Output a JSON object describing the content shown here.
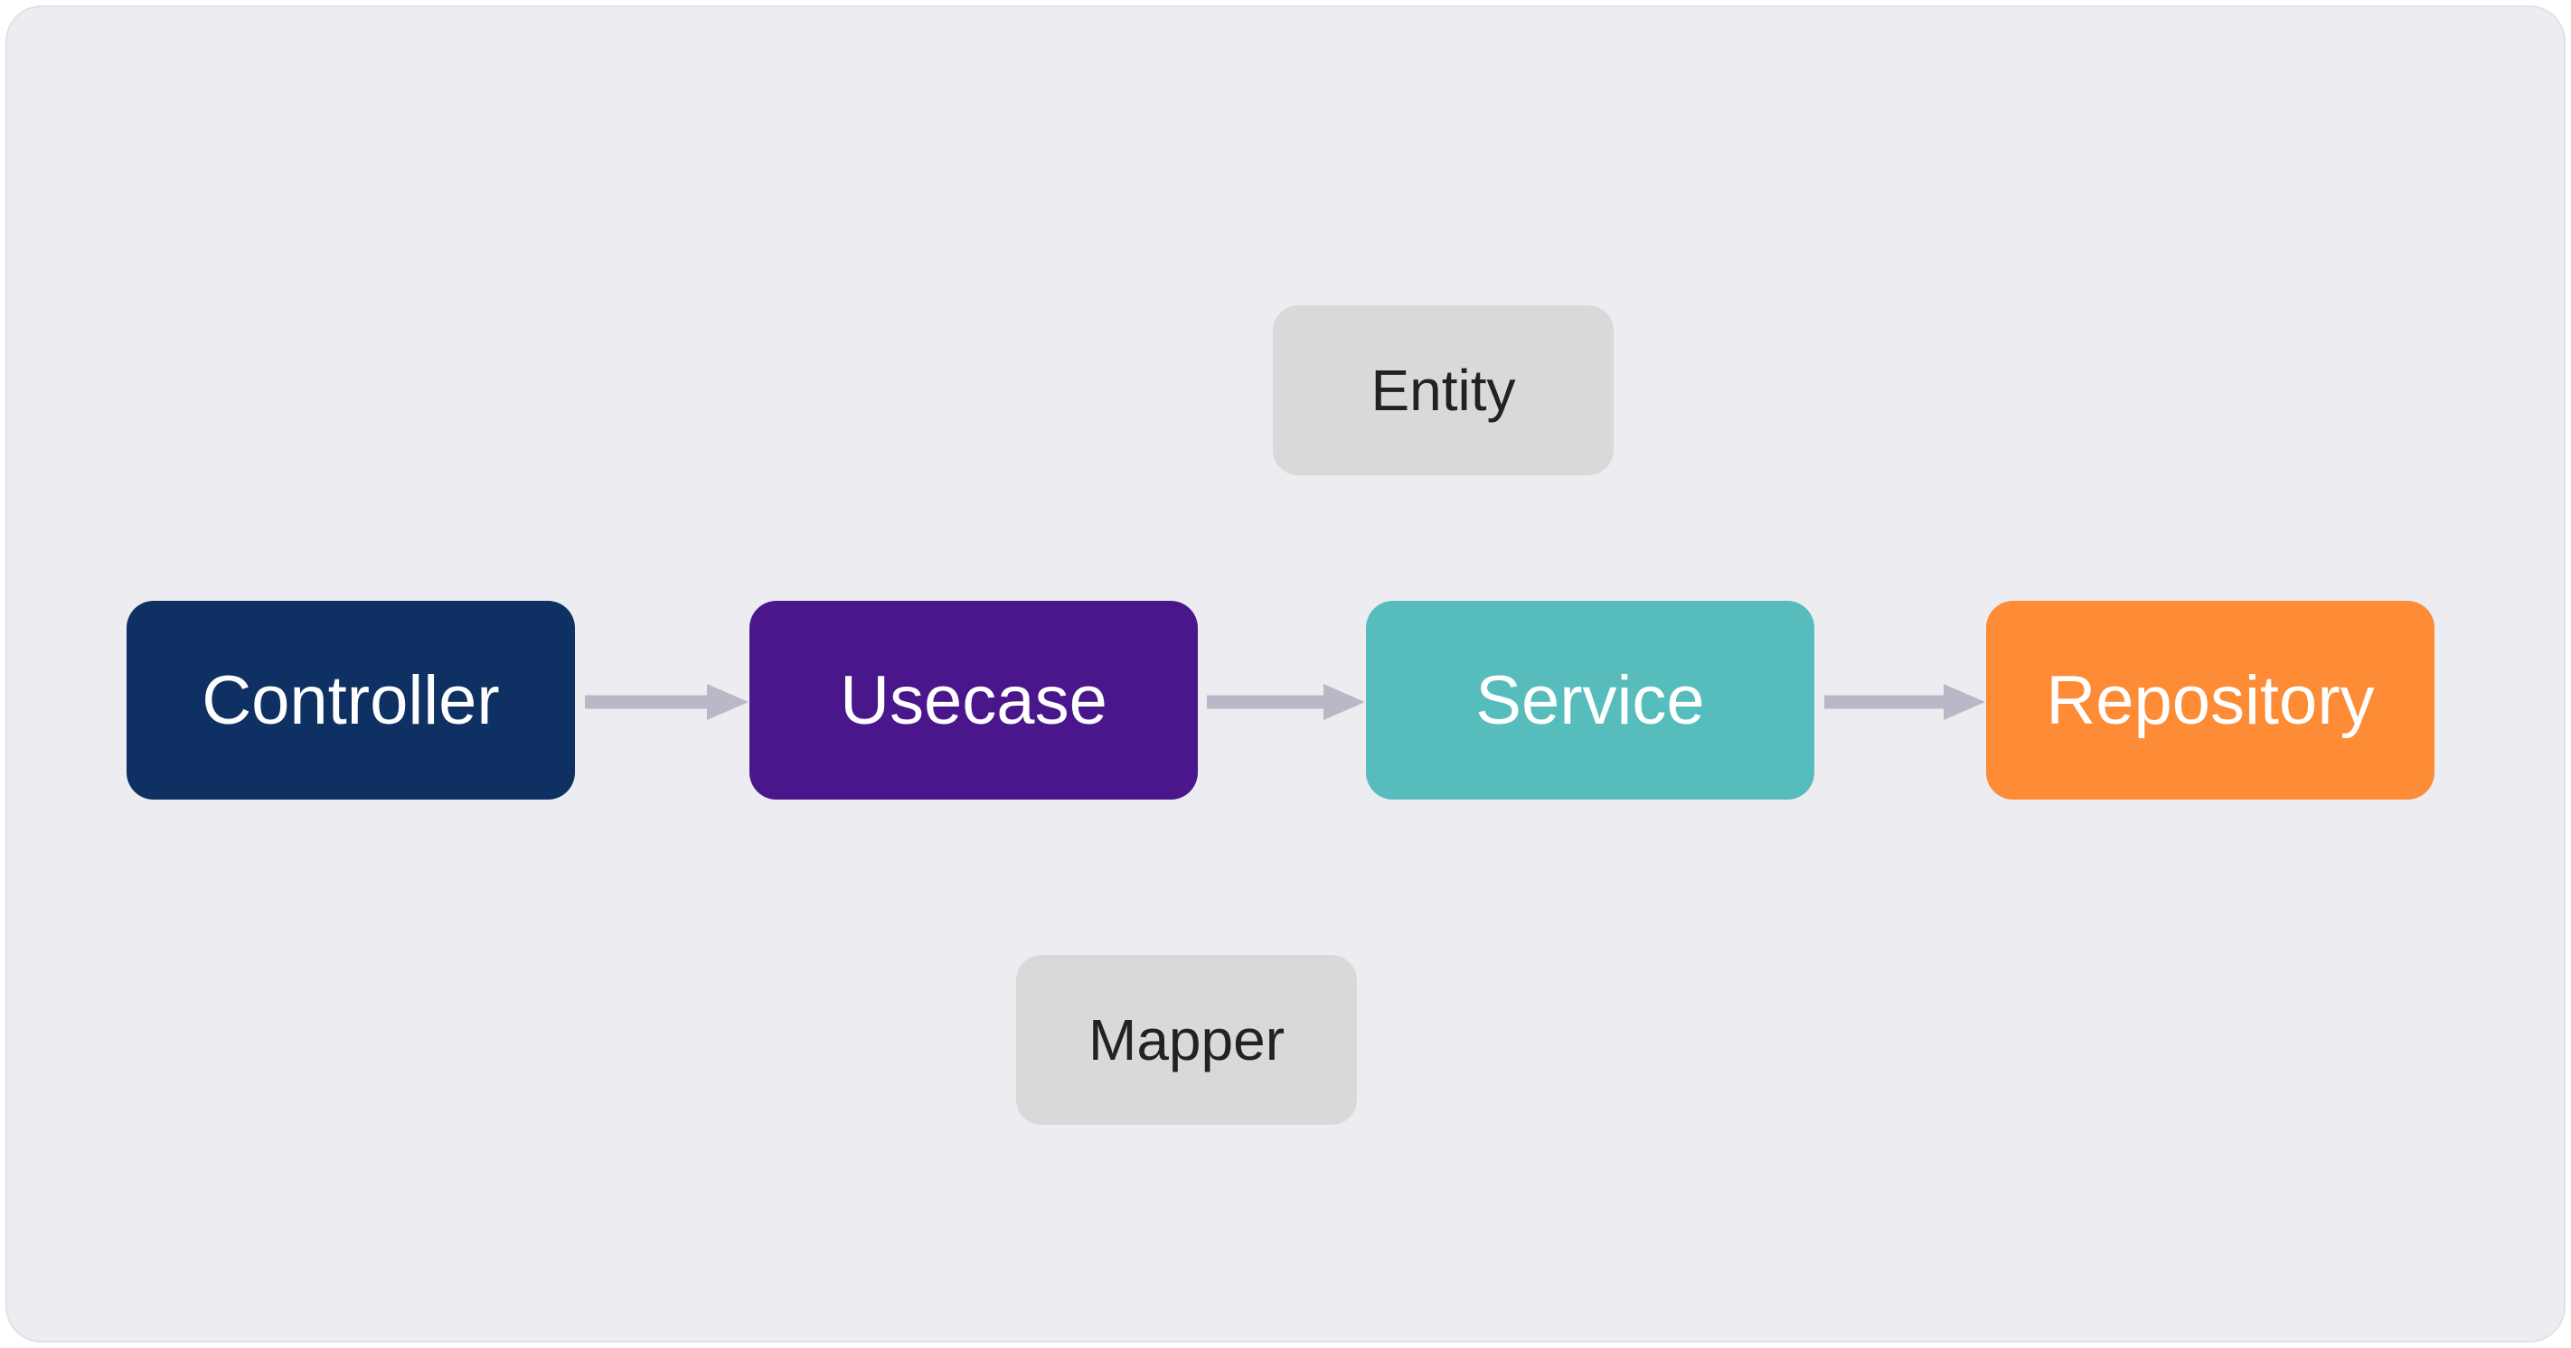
{
  "diagram": {
    "nodes": [
      {
        "id": "controller",
        "label": "Controller",
        "color": "#0e3063",
        "text_color": "#ffffff"
      },
      {
        "id": "usecase",
        "label": "Usecase",
        "color": "#4a168b",
        "text_color": "#ffffff"
      },
      {
        "id": "service",
        "label": "Service",
        "color": "#56bcbc",
        "text_color": "#ffffff"
      },
      {
        "id": "repository",
        "label": "Repository",
        "color": "#fe8b36",
        "text_color": "#ffffff"
      }
    ],
    "aux_nodes": [
      {
        "id": "entity",
        "label": "Entity",
        "color": "#d9d9d9",
        "text_color": "#222222"
      },
      {
        "id": "mapper",
        "label": "Mapper",
        "color": "#d9d9d9",
        "text_color": "#222222"
      }
    ],
    "edges": [
      {
        "from": "controller",
        "to": "usecase"
      },
      {
        "from": "usecase",
        "to": "service"
      },
      {
        "from": "service",
        "to": "repository"
      }
    ],
    "arrow_color": "#b9b8c6",
    "background_color": "#ececf1"
  }
}
